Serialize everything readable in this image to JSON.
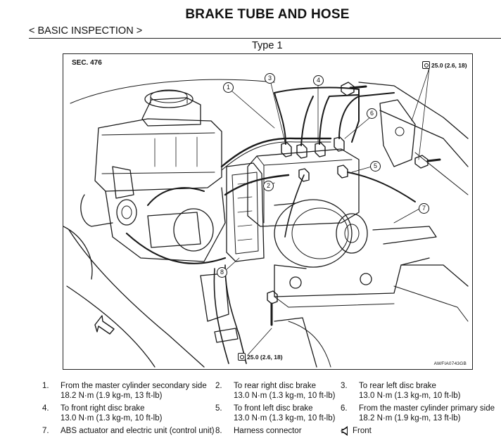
{
  "header": {
    "title": "BRAKE TUBE AND HOSE",
    "section": "< BASIC INSPECTION >",
    "type_label": "Type 1"
  },
  "figure": {
    "sec_label": "SEC. 476",
    "figure_code": "AWFIA0743GB",
    "torque_top": "25.0 (2.6, 18)",
    "torque_bottom": "25.0 (2.6, 18)",
    "callouts": [
      "1",
      "2",
      "3",
      "4",
      "5",
      "6",
      "7",
      "8"
    ],
    "front_icon": "front-arrow-icon",
    "torque_icon": "torque-wrench-icon"
  },
  "legend": {
    "items": [
      {
        "num": "1.",
        "text": "From the master cylinder secondary side",
        "sub": "18.2 N·m (1.9 kg-m, 13 ft-lb)"
      },
      {
        "num": "2.",
        "text": "To rear right disc brake",
        "sub": "13.0 N·m (1.3 kg-m, 10 ft-lb)"
      },
      {
        "num": "3.",
        "text": "To rear left disc brake",
        "sub": "13.0 N·m (1.3 kg-m, 10 ft-lb)"
      },
      {
        "num": "4.",
        "text": "To front right disc brake",
        "sub": "13.0 N·m (1.3 kg-m, 10 ft-lb)"
      },
      {
        "num": "5.",
        "text": "To front left disc brake",
        "sub": "13.0 N·m (1.3 kg-m, 10 ft-lb)"
      },
      {
        "num": "6.",
        "text": "From the master cylinder primary side",
        "sub": "18.2 N·m (1.9 kg-m, 13 ft-lb)"
      },
      {
        "num": "7.",
        "text": "ABS actuator and electric unit (control unit)",
        "sub": ""
      },
      {
        "num": "8.",
        "text": "Harness connector",
        "sub": ""
      }
    ],
    "front_label": "Front"
  }
}
